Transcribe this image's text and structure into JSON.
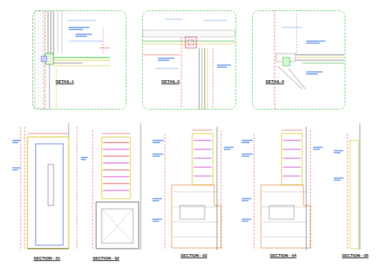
{
  "diagram": {
    "nodes": [
      {
        "text": [
          "DETAIL-1"
        ]
      },
      {
        "text": [
          "DETAIL-2"
        ]
      },
      {
        "text": [
          "DETAIL-3"
        ]
      }
    ],
    "labels": [
      "SECTION - 01",
      "SECTION - 02",
      "SECTION - 03",
      "SECTION - 04",
      "SECTION - 05"
    ]
  }
}
